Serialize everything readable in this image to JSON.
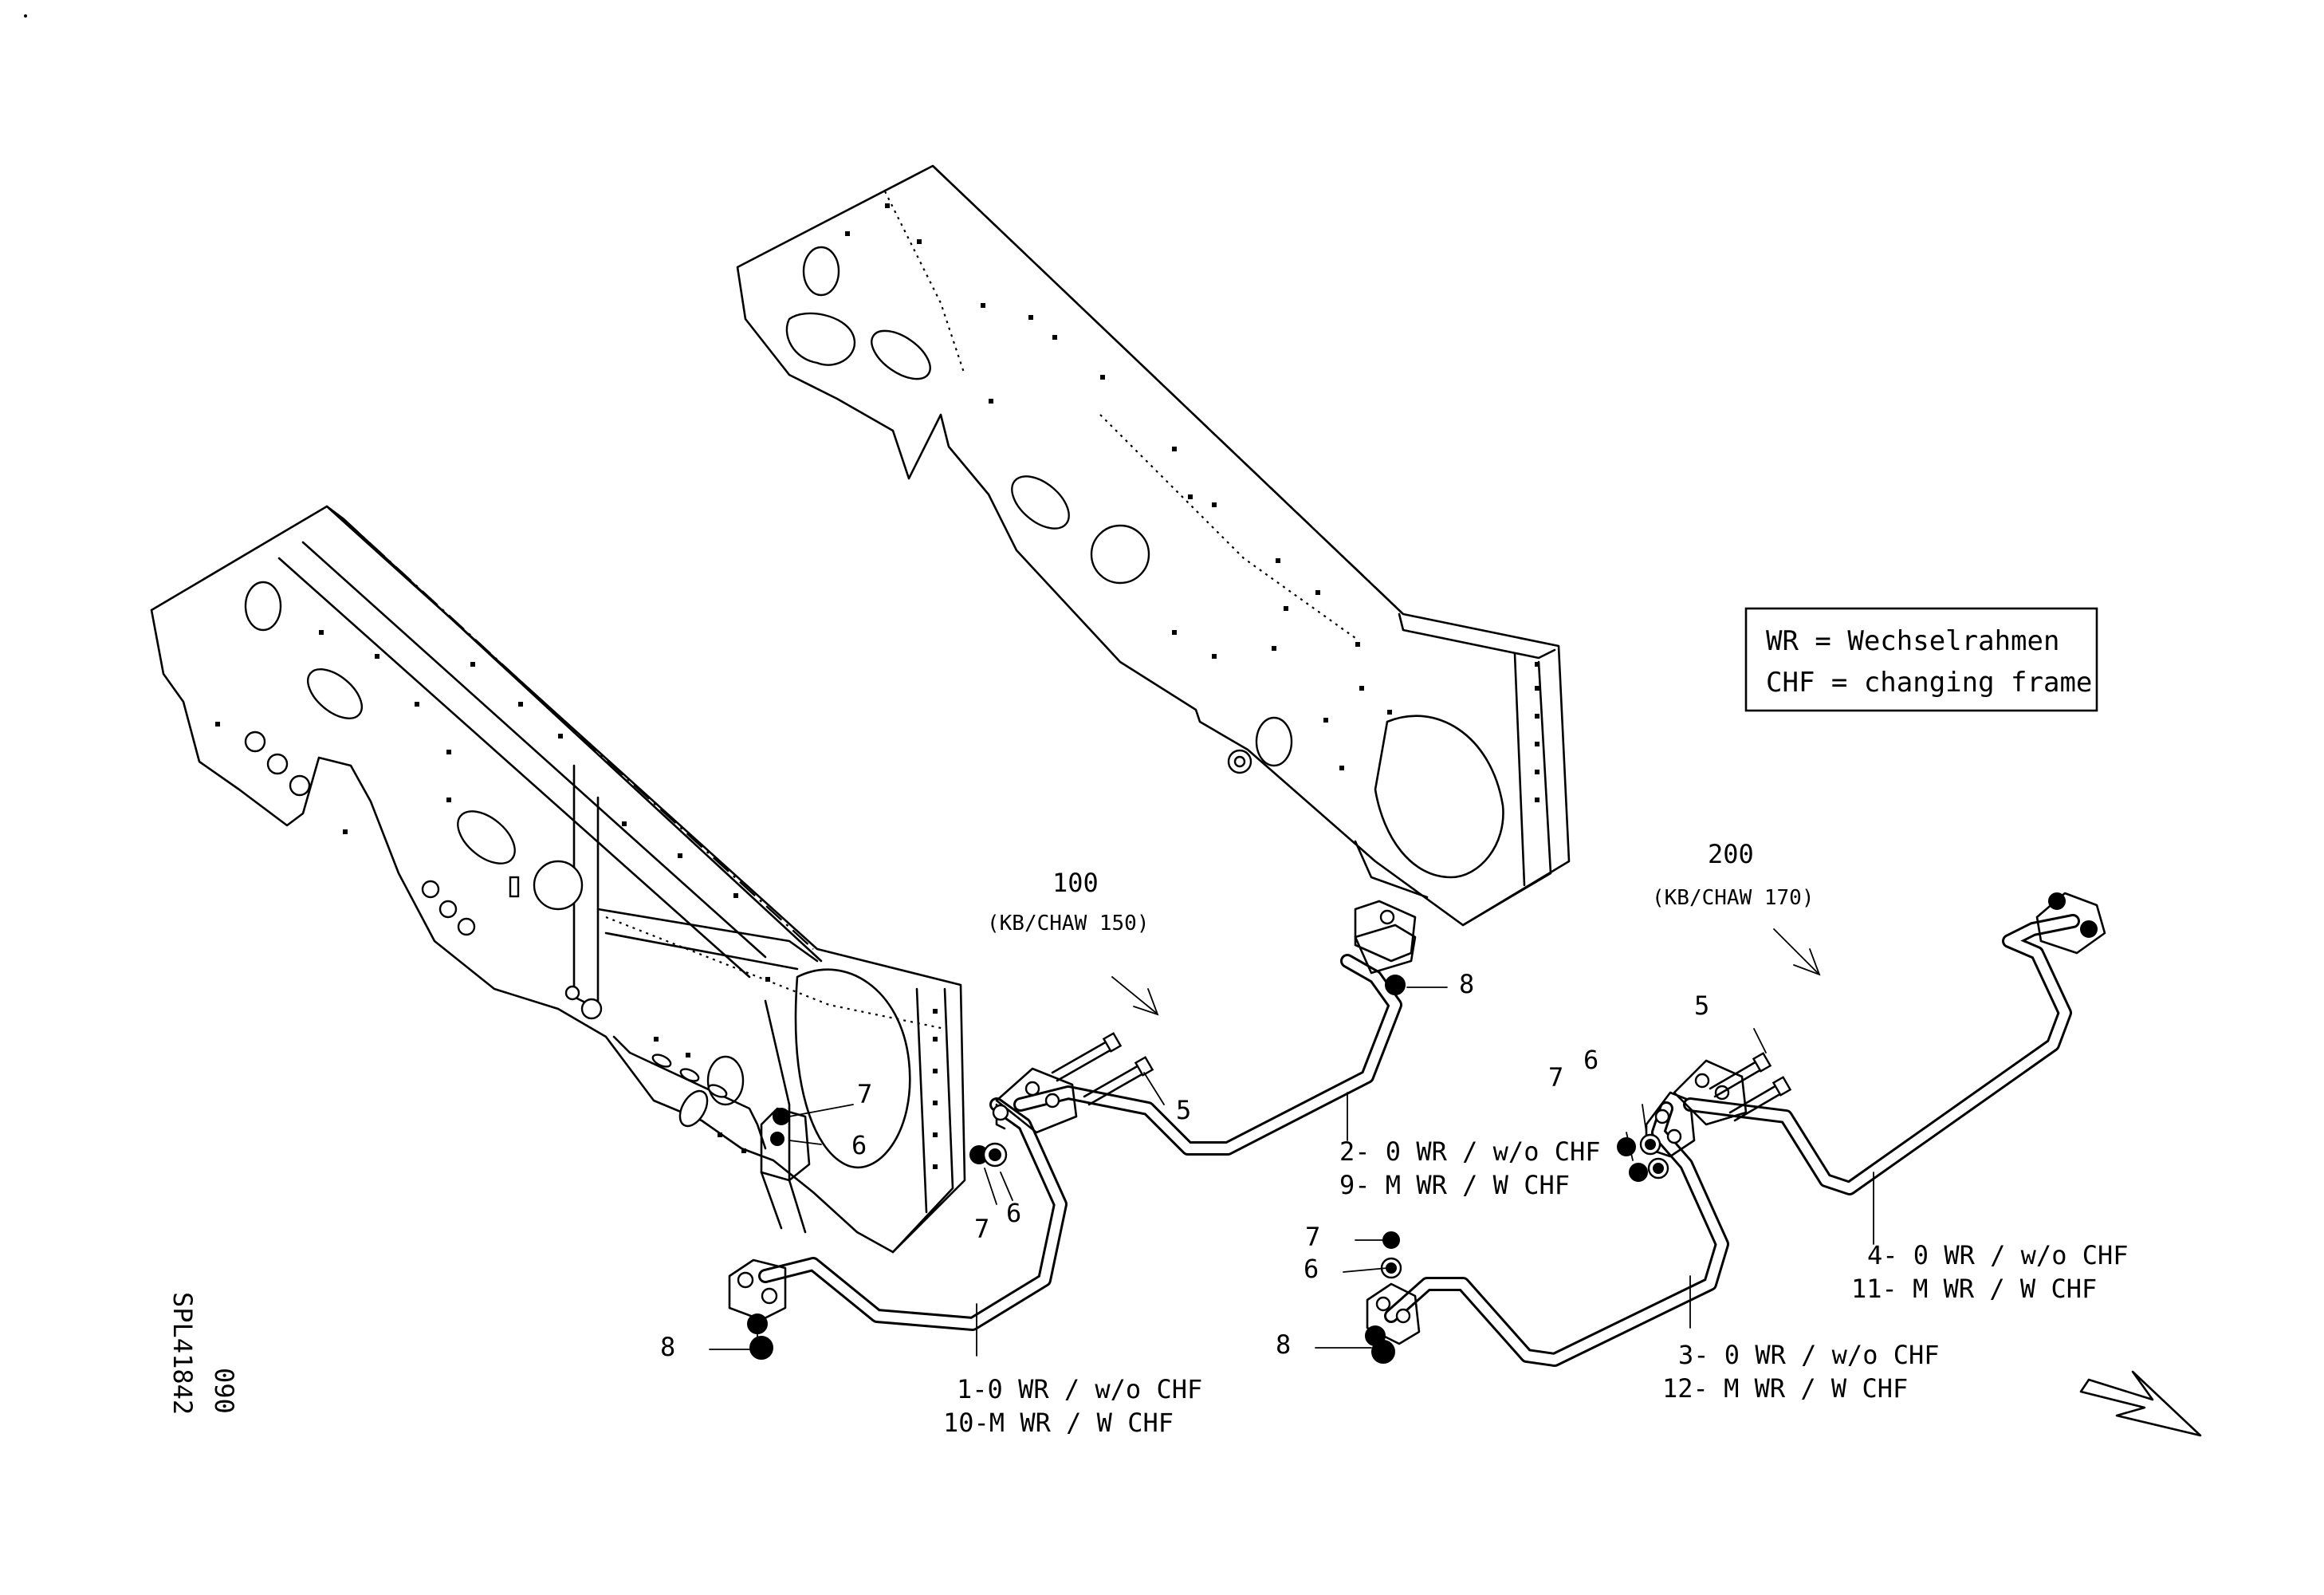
{
  "legend": {
    "line1": "WR = Wechselrahmen",
    "line2": "CHF = changing frame"
  },
  "groups": {
    "g100": {
      "number": "100",
      "model": "(KB/CHAW 150)"
    },
    "g200": {
      "number": "200",
      "model": "(KB/CHAW 170)"
    }
  },
  "pipes": {
    "p1": {
      "line1": "1-0 WR / w/o CHF",
      "line2": "10-M WR / W CHF"
    },
    "p2": {
      "line1": "2- 0 WR / w/o CHF",
      "line2": "9- M WR / W CHF"
    },
    "p3": {
      "line1": "3- 0 WR / w/o CHF",
      "line2": "12- M WR / W CHF"
    },
    "p4": {
      "line1": "4- 0 WR / w/o CHF",
      "line2": "11- M WR / W CHF"
    }
  },
  "callouts": {
    "c5": "5",
    "c6": "6",
    "c7": "7",
    "c8": "8"
  },
  "drawing_code": {
    "ref": "SPL41842",
    "page": "090"
  }
}
